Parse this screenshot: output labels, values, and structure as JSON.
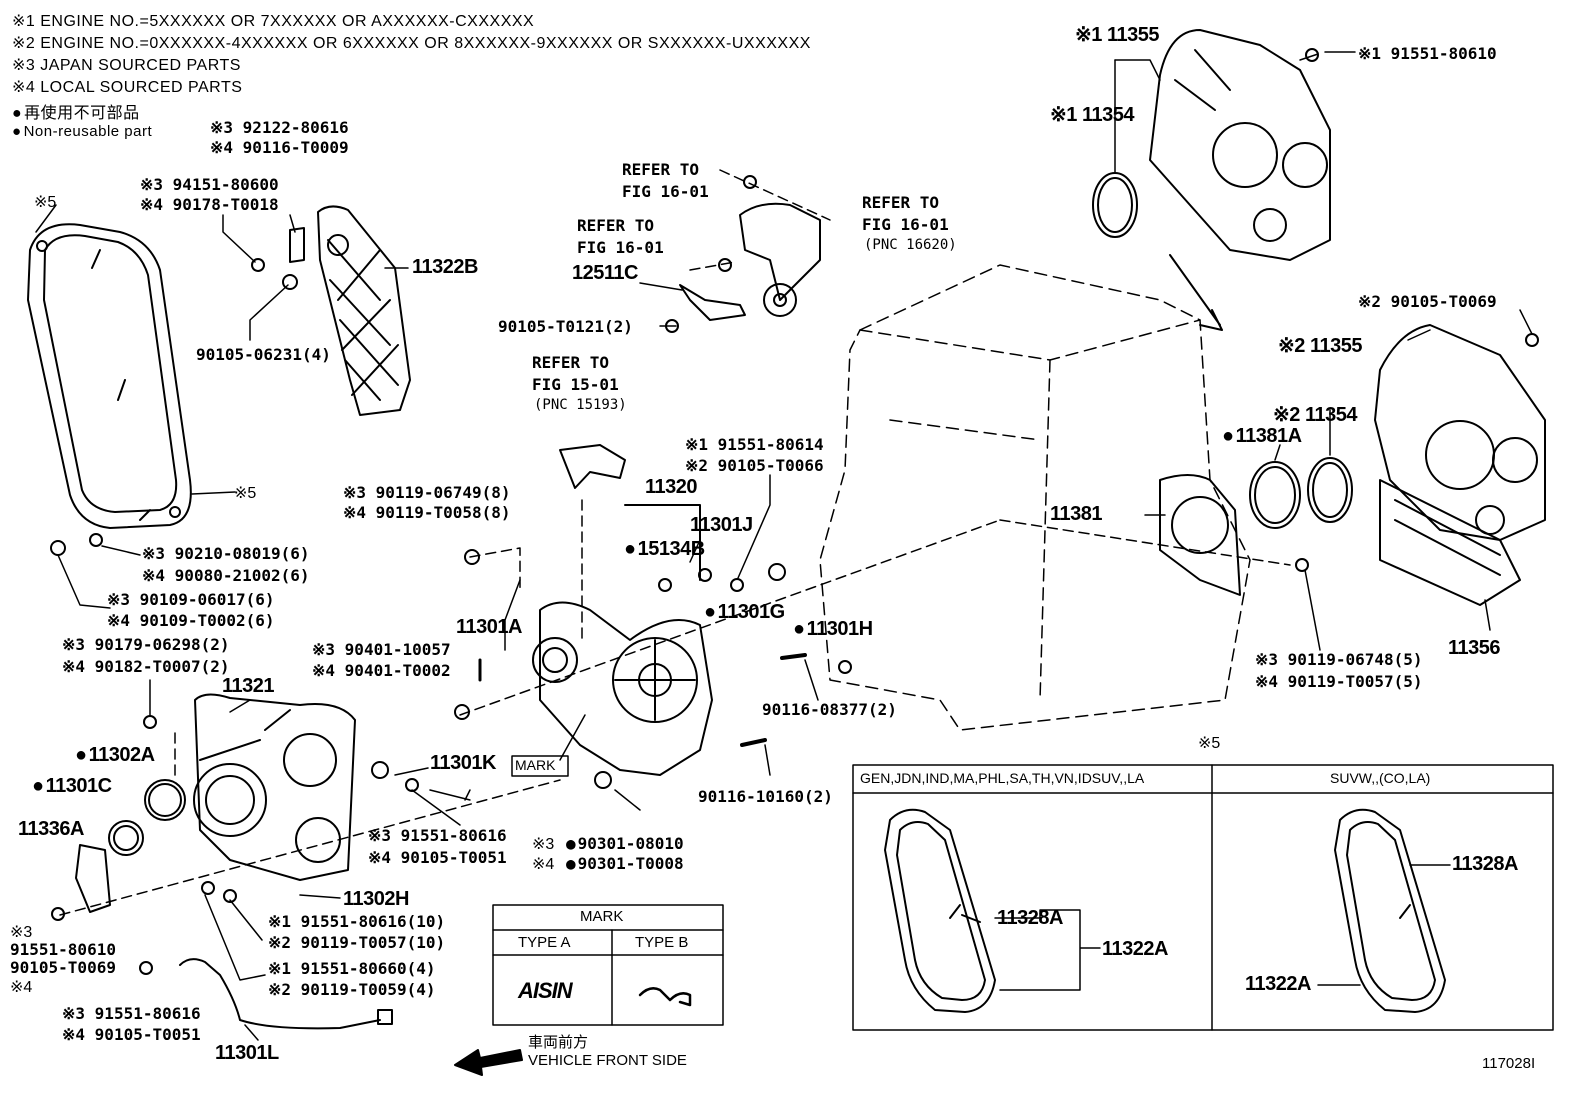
{
  "notes": [
    "※1 ENGINE NO.=5XXXXXX OR 7XXXXXX OR AXXXXXX-CXXXXXX",
    "※2 ENGINE NO.=0XXXXXX-4XXXXXX OR 6XXXXXX OR 8XXXXXX-9XXXXXX OR SXXXXXX-UXXXXXX",
    "※3 JAPAN SOURCED PARTS",
    "※4 LOCAL SOURCED PARTS"
  ],
  "legend": {
    "jp": "再使用不可部品",
    "en": "Non-reusable part"
  },
  "labels": {
    "l1": "※1 11355",
    "l2": "※1 91551-80610",
    "l3": "※1 11354",
    "l4": "※2 90105-T0069",
    "l5": "※2 11355",
    "l6": "※2 11354",
    "l7": "11381A",
    "l8": "11381",
    "l9": "11356",
    "l10": "※3 90119-06748(5)",
    "l11": "※4 90119-T0057(5)",
    "l12": "REFER TO",
    "l13": "FIG 16-01",
    "l14": "REFER TO",
    "l15": "FIG 16-01",
    "l16": "(PNC 16620)",
    "l17": "REFER TO",
    "l18": "FIG 16-01",
    "l19": "12511C",
    "l20": "90105-T0121(2)",
    "l21": "REFER TO",
    "l22": "FIG 15-01",
    "l23": "(PNC 15193)",
    "l24": "※3 92122-80616",
    "l25": "※4 90116-T0009",
    "l26": "※3 94151-80600",
    "l27": "※4 90178-T0018",
    "l28": "11322B",
    "l29": "90105-06231(4)",
    "l30": "※5",
    "l31": "※5",
    "l32": "※3 90119-06749(8)",
    "l33": "※4 90119-T0058(8)",
    "l34": "※3 90210-08019(6)",
    "l35": "※4 90080-21002(6)",
    "l36": "※3 90109-06017(6)",
    "l37": "※4 90109-T0002(6)",
    "l38": "※3 90179-06298(2)",
    "l39": "※4 90182-T0007(2)",
    "l40": "11321",
    "l41": "11302A",
    "l42": "11301C",
    "l43": "11336A",
    "l44": "※3",
    "l45": "91551-80610",
    "l46": "90105-T0069",
    "l47": "※4",
    "l48": "11302H",
    "l49": "※1 91551-80616(10)",
    "l50": "※2 90119-T0057(10)",
    "l51": "※1 91551-80660(4)",
    "l52": "※2 90119-T0059(4)",
    "l53": "※3 91551-80616",
    "l54": "※4 90105-T0051",
    "l55": "11301L",
    "l56": "11301K",
    "l57": "※3 91551-80616",
    "l58": "※4 90105-T0051",
    "l59": "11320",
    "l60": "15134B",
    "l61": "11301J",
    "l62": "※1 91551-80614",
    "l63": "※2 90105-T0066",
    "l64": "11301G",
    "l65": "11301H",
    "l66": "11301A",
    "l67": "※3 90401-10057",
    "l68": "※4 90401-T0002",
    "l69": "90116-08377(2)",
    "l70": "MARK",
    "l71": "90116-10160(2)",
    "l72": "※3",
    "l73": "90301-08010",
    "l74": "※4",
    "l75": "90301-T0008",
    "l76": "車両前方",
    "l77": "VEHICLE FRONT SIDE",
    "l78": "117028I",
    "l79": "※5"
  },
  "mark_table": {
    "title": "MARK",
    "type_a": "TYPE A",
    "type_b": "TYPE B",
    "logo": "AISIN"
  },
  "variant_table": {
    "col1": "GEN,JDN,IND,MA,PHL,SA,TH,VN,IDSUV,,LA",
    "col2": "SUVW,,(CO,LA)",
    "left_11328A": "11328A",
    "left_11322A": "11322A",
    "right_11328A": "11328A",
    "right_11322A": "11322A"
  }
}
